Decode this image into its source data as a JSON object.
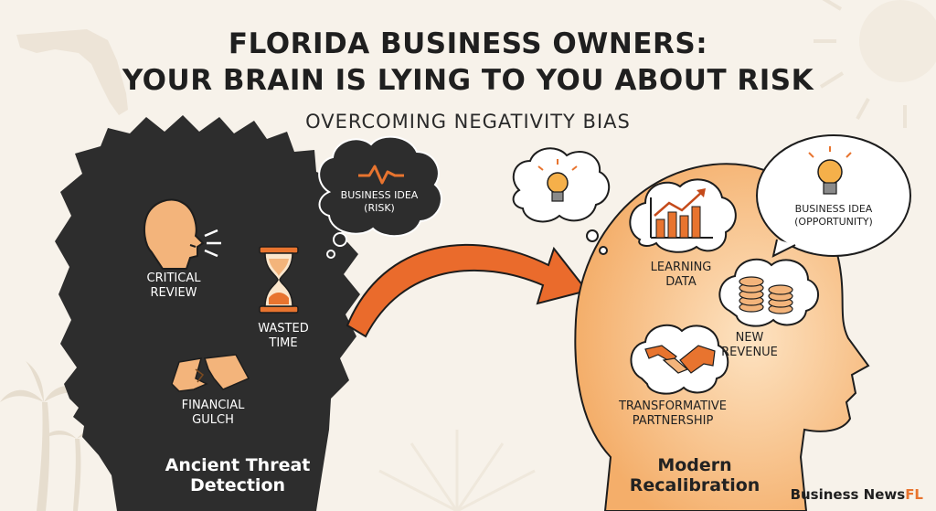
{
  "header": {
    "title_line1": "FLORIDA BUSINESS OWNERS:",
    "title_line2": "YOUR BRAIN IS LYING TO YOU ABOUT RISK",
    "subtitle": "OVERCOMING NEGATIVITY BIAS"
  },
  "left_head": {
    "thought": "BUSINESS IDEA\n(RISK)",
    "item1": "CRITICAL\nREVIEW",
    "item2": "WASTED\nTIME",
    "item3": "FINANCIAL\nGULCH",
    "footer": "Ancient Threat\nDetection"
  },
  "right_head": {
    "thought": "BUSINESS IDEA\n(OPPORTUNITY)",
    "item1": "LEARNING\nDATA",
    "item2": "NEW\nREVENUE",
    "item3": "TRANSFORMATIVE\nPARTNERSHIP",
    "footer": "Modern\nRecalibration"
  },
  "brand": {
    "name": "Business News",
    "suffix": "FL"
  },
  "colors": {
    "background": "#f7f2ea",
    "dark_head": "#2d2d2d",
    "orange_head": "#f6be83",
    "accent": "#e8742f"
  }
}
